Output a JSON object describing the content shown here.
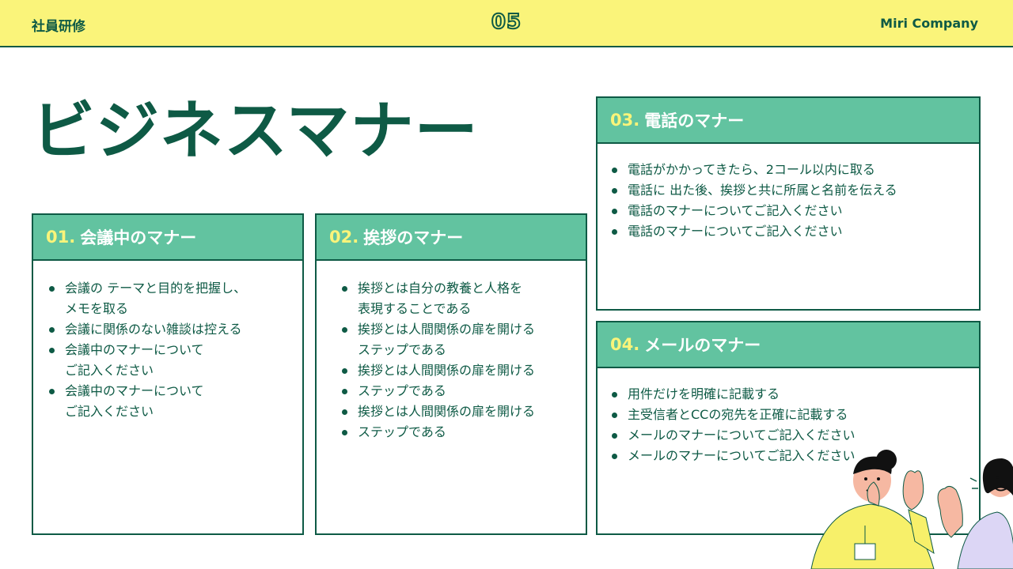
{
  "header": {
    "left": "社員研修",
    "page_number": "05",
    "company": "Miri Company"
  },
  "title": "ビジネスマナー",
  "cards": [
    {
      "num": "01.",
      "title": "会議中のマナー",
      "items": [
        "会議の テーマと目的を把握し、\nメモを取る",
        "会議に関係のない雑談は控える",
        "会議中のマナーについて\nご記入ください",
        "会議中のマナーについて\nご記入ください"
      ]
    },
    {
      "num": "02.",
      "title": "挨拶のマナー",
      "items": [
        "挨拶とは自分の教養と人格を\n表現することである",
        "挨拶とは人間関係の扉を開ける\nステップである",
        "挨拶とは人間関係の扉を開ける",
        "ステップである",
        "挨拶とは人間関係の扉を開ける",
        "ステップである"
      ]
    },
    {
      "num": "03.",
      "title": "電話のマナー",
      "items": [
        "電話がかかってきたら、2コール以内に取る",
        "電話に 出た後、挨拶と共に所属と名前を伝える",
        "電話のマナーについてご記入ください",
        "電話のマナーについてご記入ください"
      ]
    },
    {
      "num": "04.",
      "title": "メールのマナー",
      "items": [
        "用件だけを明確に記載する",
        "主受信者とCCの宛先を正確に記載する",
        "メールのマナーについてご記入ください",
        "メールのマナーについてご記入ください"
      ]
    }
  ],
  "colors": {
    "accent": "#0e5a45",
    "header_bg": "#faf47a",
    "card_head": "#62c3a0"
  },
  "illustration": "two-people-waving-illustration"
}
